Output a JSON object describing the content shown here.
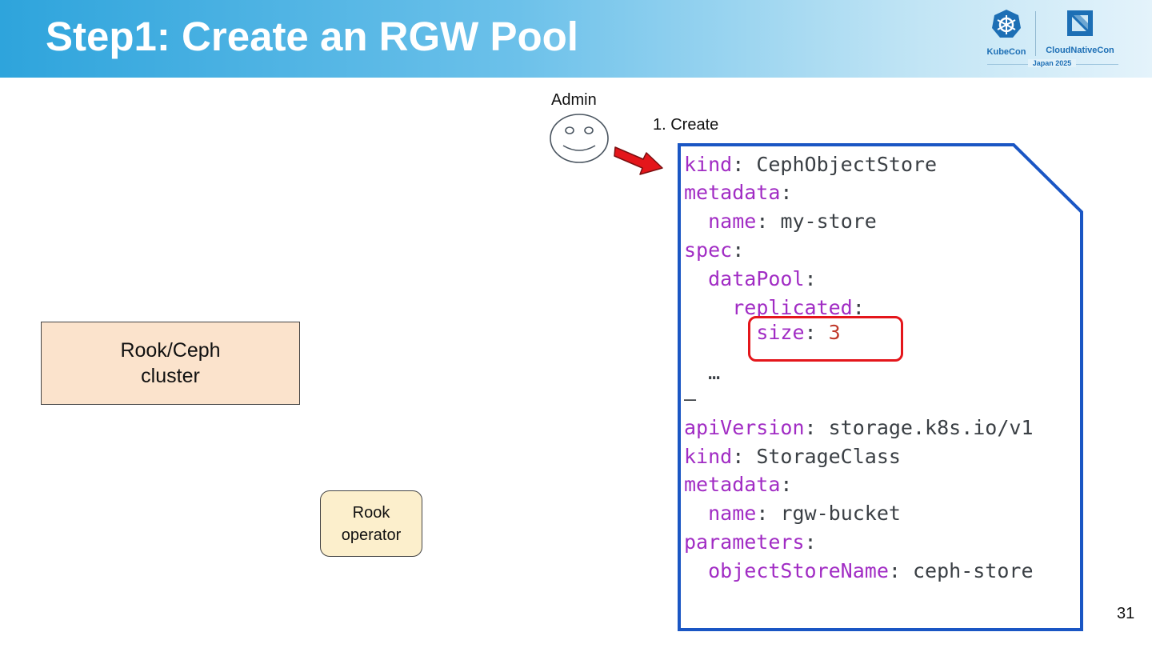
{
  "header": {
    "title": "Step1: Create an RGW Pool",
    "logo": {
      "left_text": "KubeCon",
      "right_text": "CloudNativeCon",
      "sub_text": "Japan 2025",
      "left_icon": "kubernetes-wheel-icon",
      "right_icon": "cncf-square-icon"
    }
  },
  "diagram": {
    "cluster_label": "Rook/Ceph\ncluster",
    "operator_label": "Rook\noperator",
    "admin_label": "Admin",
    "create_label": "1. Create",
    "colors": {
      "cluster_fill": "#fbe3cc",
      "operator_fill": "#fcefcc",
      "doc_border": "#1a56c4",
      "arrow": "#e4161b",
      "highlight": "#e4161b",
      "yaml_key": "#a12cc4",
      "yaml_number": "#c0392b"
    }
  },
  "yaml": {
    "lines": [
      {
        "key": "kind",
        "sep": ": ",
        "value": "CephObjectStore"
      },
      {
        "key": "metadata",
        "sep": ":",
        "value": ""
      },
      {
        "indent": "  ",
        "key": "name",
        "sep": ": ",
        "value": "my-store"
      },
      {
        "key": "spec",
        "sep": ":",
        "value": ""
      },
      {
        "indent": "  ",
        "key": "dataPool",
        "sep": ":",
        "value": ""
      },
      {
        "indent": "    ",
        "key": "replicated",
        "sep": ":",
        "value": ""
      },
      {
        "indent": "      ",
        "key": "size",
        "sep": ": ",
        "value": "3"
      },
      {
        "indent": "  ",
        "text": "…"
      },
      {
        "text": "–"
      },
      {
        "key": "apiVersion",
        "sep": ": ",
        "value": "storage.k8s.io/v1"
      },
      {
        "key": "kind",
        "sep": ": ",
        "value": "StorageClass"
      },
      {
        "key": "metadata",
        "sep": ":",
        "value": ""
      },
      {
        "indent": "  ",
        "key": "name",
        "sep": ": ",
        "value": "rgw-bucket"
      },
      {
        "key": "parameters",
        "sep": ":",
        "value": ""
      },
      {
        "indent": "  ",
        "key": "objectStoreName",
        "sep": ": ",
        "value": "ceph-store"
      }
    ]
  },
  "footer": {
    "page_number": "31"
  }
}
